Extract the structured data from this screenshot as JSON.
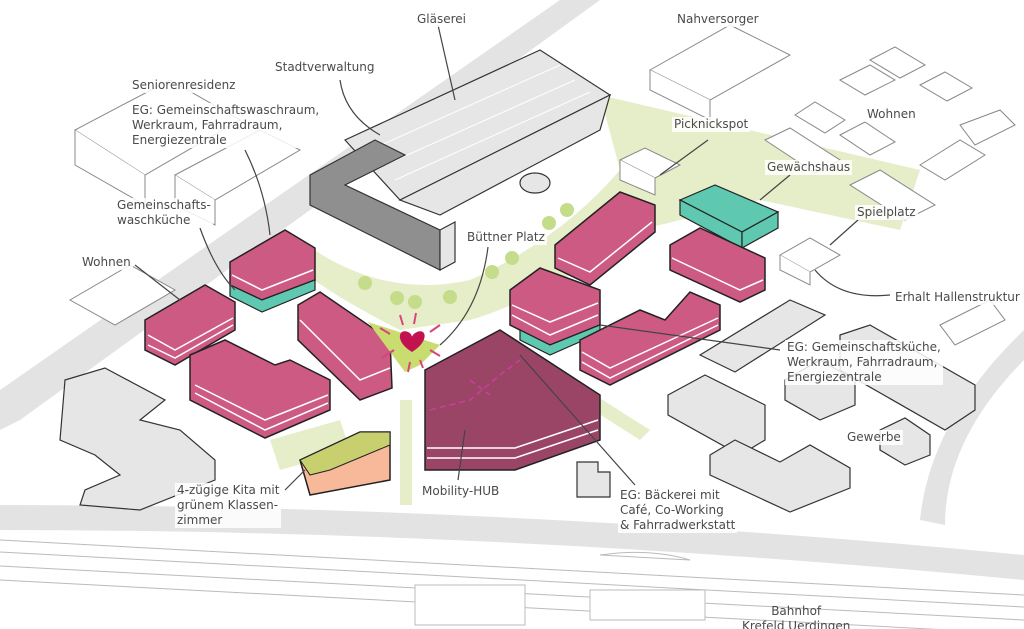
{
  "title": "Quartiersplan Krefeld Uerdingen",
  "labels": {
    "glaeserei": "Gläserei",
    "nahversorger": "Nahversorger",
    "seniorenresidenz": "Seniorenresidenz",
    "stadtverwaltung": "Stadtverwaltung",
    "eg_waschraum": "EG: Gemeinschaftswaschraum,\nWerkraum, Fahrradraum,\nEnergiezentrale",
    "picknickspot": "Picknickspot",
    "wohnen_right": "Wohnen",
    "gewaechshaus": "Gewächshaus",
    "waschkueche": "Gemeinschafts-\nwaschküche",
    "buettner_platz": "Büttner Platz",
    "spielplatz": "Spielplatz",
    "wohnen_left": "Wohnen",
    "erhalt_hallenstruktur": "Erhalt Hallenstruktur",
    "eg_kueche": "EG: Gemeinschaftsküche,\nWerkraum, Fahrradraum,\nEnergiezentrale",
    "gewerbe": "Gewerbe",
    "kita": "4-zügige Kita mit\ngrünem Klassen-\nzimmer",
    "mobility_hub": "Mobility-HUB",
    "eg_baeckerei": "EG:  Bäckerei   mit\nCafé, Co-Working\n& Fahrradwerkstatt",
    "bahnhof": "Bahnhof\nKrefeld Uerdingen"
  },
  "colors": {
    "residential": "#cc5a82",
    "mobility": "#9a4566",
    "ground_floor": "#5ec8b0",
    "green_space": "#e6edc9",
    "existing": "#e6e6e6",
    "kita": "#f7b999"
  },
  "icons": {
    "square_marker": "heart-icon"
  }
}
